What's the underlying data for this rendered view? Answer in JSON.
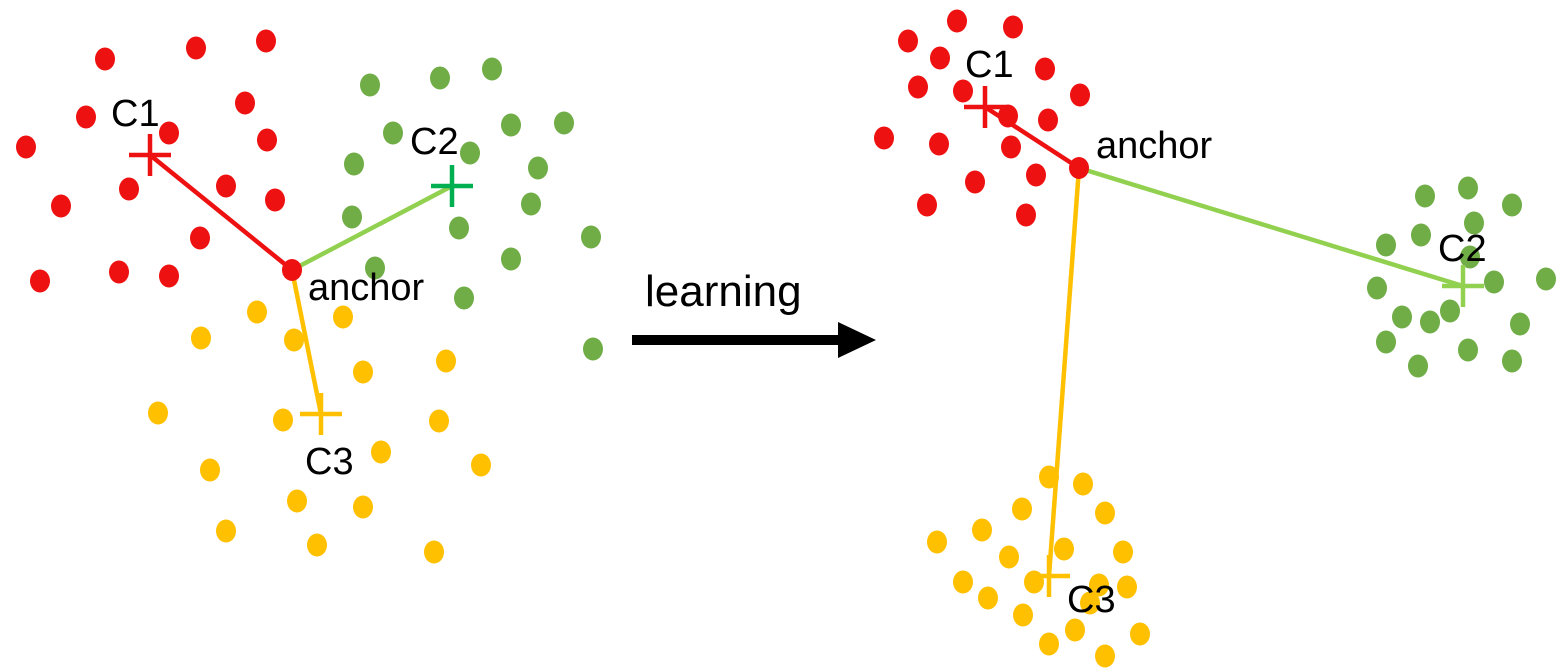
{
  "colors": {
    "red": "#ee1111",
    "green_dot": "#70ad47",
    "green_line": "#92d050",
    "green_cross": "#00b050",
    "yellow": "#ffc000",
    "arrow": "#000000"
  },
  "arrow_label": "learning",
  "panels": [
    {
      "id": "before",
      "anchor_label": "anchor",
      "centroids": [
        {
          "label": "C1",
          "cluster": "red"
        },
        {
          "label": "C2",
          "cluster": "green"
        },
        {
          "label": "C3",
          "cluster": "yellow"
        }
      ]
    },
    {
      "id": "after",
      "anchor_label": "anchor",
      "centroids": [
        {
          "label": "C1",
          "cluster": "red"
        },
        {
          "label": "C2",
          "cluster": "green"
        },
        {
          "label": "C3",
          "cluster": "yellow"
        }
      ]
    }
  ]
}
